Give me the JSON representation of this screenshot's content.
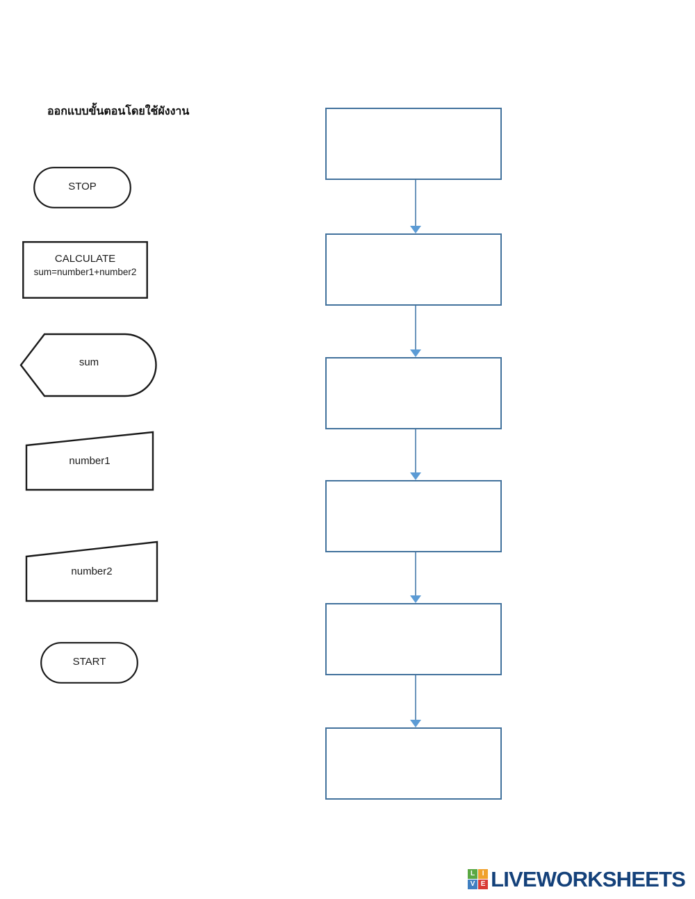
{
  "worksheet": {
    "title": "ออกแบบขั้นตอนโดยใช้ผังงาน",
    "background_color": "#ffffff"
  },
  "palette": {
    "shape_stroke": "#1a1a1a",
    "drop_target_border": "#41719c",
    "connector_line": "#6a94bb",
    "connector_arrow": "#5b9bd5",
    "text": "#1a1a1a"
  },
  "drag_shapes": [
    {
      "id": "stop",
      "label": "STOP",
      "label_line2": "",
      "shape": "terminator"
    },
    {
      "id": "calculate",
      "label": "CALCULATE",
      "label_line2": "sum=number1+number2",
      "shape": "process"
    },
    {
      "id": "sum",
      "label": "sum",
      "label_line2": "",
      "shape": "display"
    },
    {
      "id": "number1",
      "label": "number1",
      "label_line2": "",
      "shape": "manual-input"
    },
    {
      "id": "number2",
      "label": "number2",
      "label_line2": "",
      "shape": "manual-input"
    },
    {
      "id": "start",
      "label": "START",
      "label_line2": "",
      "shape": "terminator"
    }
  ],
  "drop_targets": [
    {
      "id": "slot-1",
      "value": ""
    },
    {
      "id": "slot-2",
      "value": ""
    },
    {
      "id": "slot-3",
      "value": ""
    },
    {
      "id": "slot-4",
      "value": ""
    },
    {
      "id": "slot-5",
      "value": ""
    },
    {
      "id": "slot-6",
      "value": ""
    }
  ],
  "connectors": [
    {
      "id": "conn-1",
      "from": "slot-1",
      "to": "slot-2"
    },
    {
      "id": "conn-2",
      "from": "slot-2",
      "to": "slot-3"
    },
    {
      "id": "conn-3",
      "from": "slot-3",
      "to": "slot-4"
    },
    {
      "id": "conn-4",
      "from": "slot-4",
      "to": "slot-5"
    },
    {
      "id": "conn-5",
      "from": "slot-5",
      "to": "slot-6"
    }
  ],
  "logo": {
    "wordmark": "LIVEWORKSHEETS",
    "tiles": [
      {
        "letter": "L",
        "color": "#5aa843"
      },
      {
        "letter": "I",
        "color": "#f0a22e"
      },
      {
        "letter": "V",
        "color": "#3f7fc1"
      },
      {
        "letter": "E",
        "color": "#d93a35"
      }
    ]
  }
}
